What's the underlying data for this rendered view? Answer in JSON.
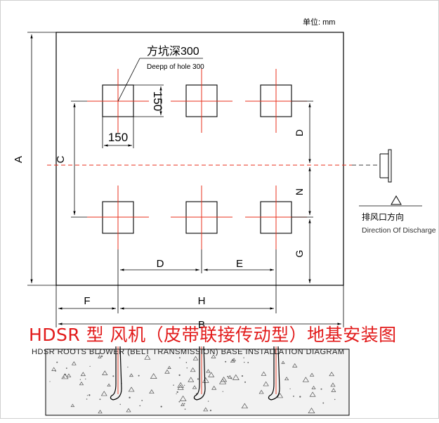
{
  "unit_label": "单位: mm",
  "hole_note": {
    "cn": "方坑深300",
    "en": "Deepp of hole 300"
  },
  "hole_size": {
    "width": "150",
    "height": "150"
  },
  "dimension_labels": {
    "a": "A",
    "b": "B",
    "c": "C",
    "d_vertical": "D",
    "n": "N",
    "g": "G",
    "d_horizontal": "D",
    "e": "E",
    "f": "F",
    "h": "H"
  },
  "discharge": {
    "cn": "排风口方向",
    "en": "Direction Of Discharge"
  },
  "title": {
    "cn": "HDSR 型 风机（皮带联接传动型）地基安装图",
    "en": "HDSR ROOTS BLOWER (BELT TRANSMISSION) BASE INSTALLATION DIAGRAM"
  },
  "colors": {
    "line": "#000000",
    "centerline": "#e8321e",
    "title": "#e21a1a",
    "concrete": "#f2f2f2"
  }
}
